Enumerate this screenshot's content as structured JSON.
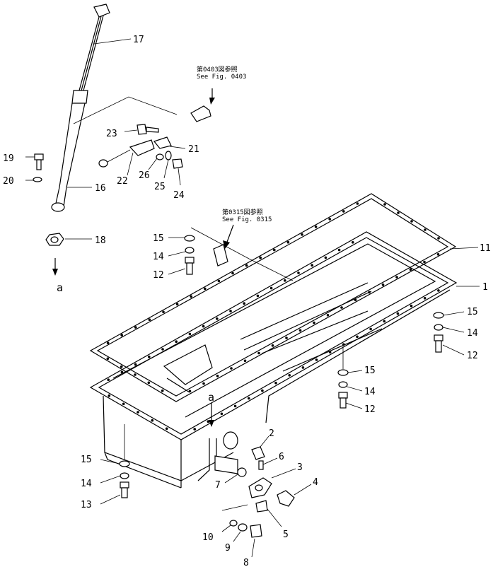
{
  "labels": {
    "p1": "1",
    "p2": "2",
    "p3": "3",
    "p4": "4",
    "p5": "5",
    "p6": "6",
    "p7": "7",
    "p8": "8",
    "p9": "9",
    "p10": "10",
    "p11": "11",
    "p12a": "12",
    "p12b": "12",
    "p12c": "12",
    "p13": "13",
    "p14a": "14",
    "p14b": "14",
    "p14c": "14",
    "p14d": "14",
    "p15a": "15",
    "p15b": "15",
    "p15c": "15",
    "p15d": "15",
    "p16": "16",
    "p17": "17",
    "p18": "18",
    "p19": "19",
    "p20": "20",
    "p21": "21",
    "p22": "22",
    "p23": "23",
    "p24": "24",
    "p25": "25",
    "p26": "26"
  },
  "refs": {
    "ref0403_jp": "第0403図参照",
    "ref0403_en": "See Fig. 0403",
    "ref0315_jp": "第0315図参照",
    "ref0315_en": "See Fig. 0315"
  },
  "view_marks": {
    "a_lower": "a",
    "a_upper": "a"
  }
}
